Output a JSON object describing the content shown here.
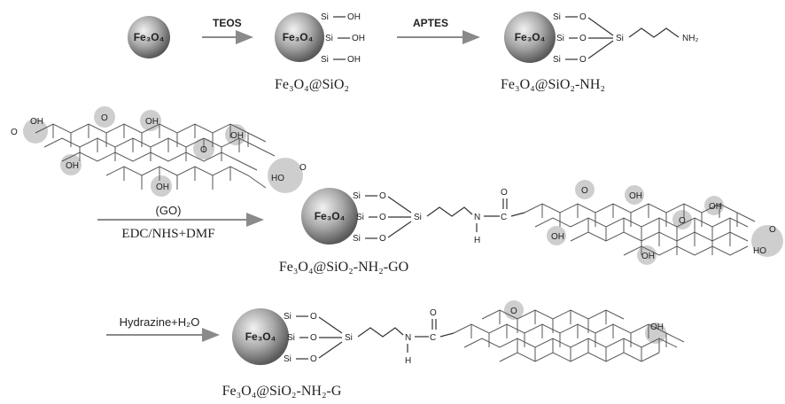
{
  "core_label": "Fe₃O₄",
  "reagents": {
    "step1": "TEOS",
    "step2": "APTES",
    "step3_top": "(GO)",
    "step3_bottom": "EDC/NHS+DMF",
    "step4": "Hydrazine+H₂O"
  },
  "products": {
    "p1": "Fe₃O₄@SiO₂",
    "p2": "Fe₃O₄@SiO₂-NH₂",
    "p3": "Fe₃O₄@SiO₂-NH₂-GO",
    "p4": "Fe₃O₄@SiO₂-NH₂-G"
  },
  "groups": {
    "si": "Si",
    "oh": "OH",
    "o": "O",
    "nh2": "NH₂",
    "n": "N",
    "h": "H",
    "c": "C",
    "ho": "HO"
  },
  "colors": {
    "sphere_light": "#e6e6e6",
    "sphere_dark": "#6e6e6e",
    "arrow": "#8a8a8a",
    "highlight": "#bdbdbd"
  }
}
